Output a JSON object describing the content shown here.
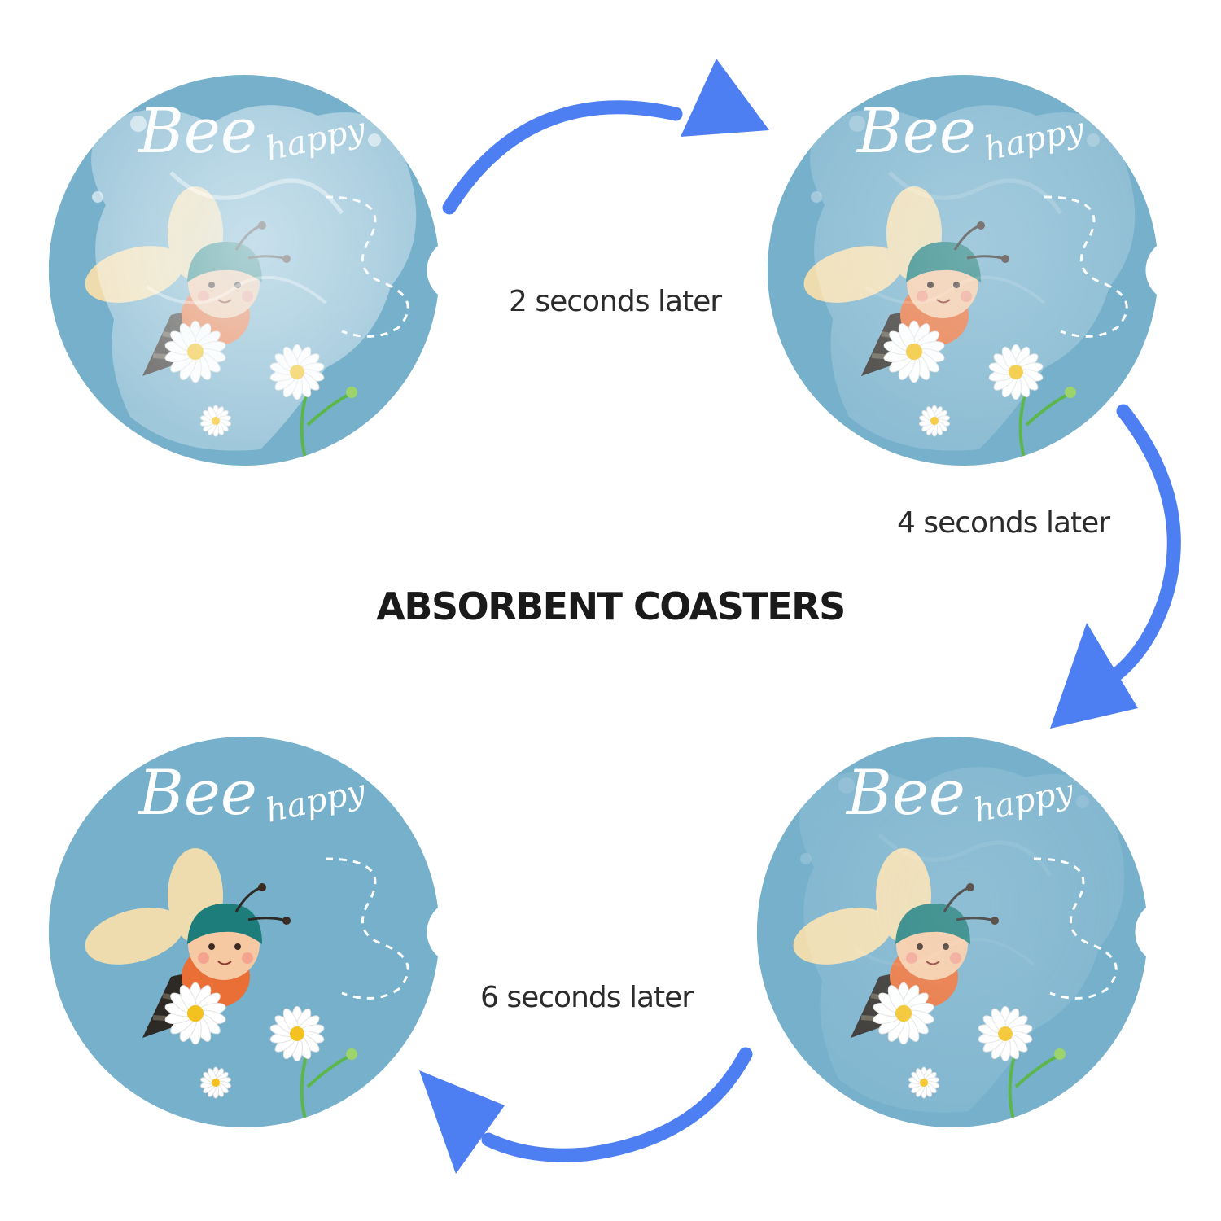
{
  "headline": "ABSORBENT COASTERS",
  "steps": [
    {
      "label": "2 seconds later"
    },
    {
      "label": "4 seconds later"
    },
    {
      "label": "6 seconds later"
    }
  ],
  "coasters": [
    {
      "brand_big": "Bee",
      "brand_small": "happy",
      "wetness": 1.0
    },
    {
      "brand_big": "Bee",
      "brand_small": "happy",
      "wetness": 0.55
    },
    {
      "brand_big": "Bee",
      "brand_small": "happy",
      "wetness": 0.3
    },
    {
      "brand_big": "Bee",
      "brand_small": "happy",
      "wetness": 0.0
    }
  ],
  "colors": {
    "coaster_bg": "#76b0cb",
    "arrow": "#4e7ff2",
    "wing": "#efdcae",
    "cap": "#1c7d7a",
    "body_orange": "#e96f37",
    "stripe_dark": "#2d2a26",
    "flower_center": "#f4c220",
    "stem": "#5cb64b",
    "water": "#e7f2f8"
  }
}
